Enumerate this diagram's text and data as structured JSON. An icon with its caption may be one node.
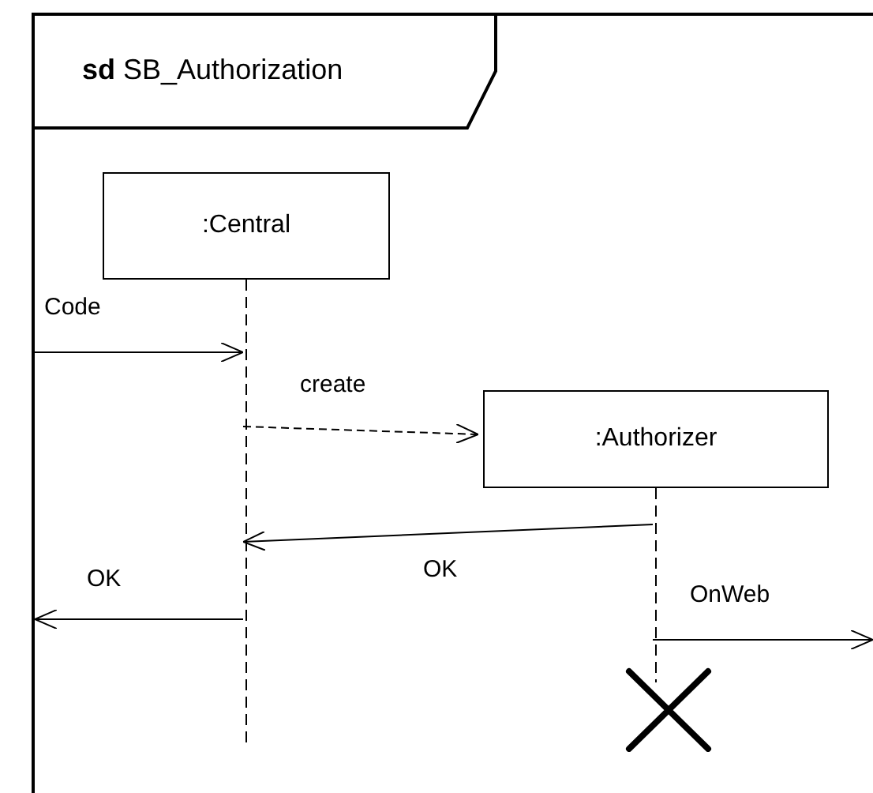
{
  "diagram": {
    "nodes": [
      {
        "text": [
          "**sd** SB_Authorization"
        ]
      },
      {
        "text": [
          ":Central"
        ],
        "in": 0
      },
      {
        "text": [
          ":Authorizer"
        ],
        "in": 0
      }
    ],
    "edges": [
      {
        "from": null,
        "to": 1,
        "arrow": "to",
        "label": "Code"
      },
      {
        "from": 1,
        "to": 2,
        "arrow": "to",
        "label": "create",
        "style": "dashed"
      },
      {
        "from": 2,
        "to": 1,
        "arrow": "to",
        "label": "OK"
      },
      {
        "from": 1,
        "to": null,
        "arrow": "to",
        "label": "OK"
      },
      {
        "from": 2,
        "to": null,
        "arrow": "to",
        "label": "OnWeb"
      }
    ]
  }
}
